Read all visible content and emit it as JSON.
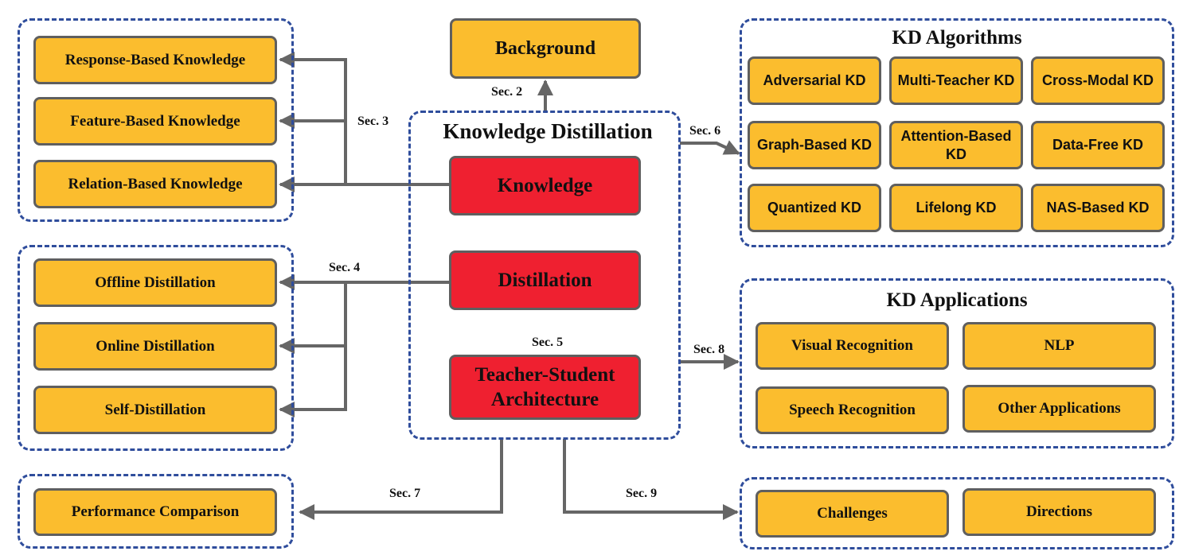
{
  "center": {
    "title": "Knowledge Distillation",
    "knowledge": "Knowledge",
    "distillation": "Distillation",
    "architecture": "Teacher-Student Architecture"
  },
  "background": "Background",
  "knowledge_types": [
    "Response-Based Knowledge",
    "Feature-Based Knowledge",
    "Relation-Based Knowledge"
  ],
  "distillation_schemes": [
    "Offline Distillation",
    "Online Distillation",
    "Self-Distillation"
  ],
  "performance": "Performance Comparison",
  "algorithms": {
    "title": "KD Algorithms",
    "items": [
      "Adversarial KD",
      "Multi-Teacher KD",
      "Cross-Modal KD",
      "Graph-Based KD",
      "Attention-Based KD",
      "Data-Free KD",
      "Quantized KD",
      "Lifelong KD",
      "NAS-Based KD"
    ]
  },
  "applications": {
    "title": "KD Applications",
    "items": [
      "Visual Recognition",
      "NLP",
      "Speech Recognition",
      "Other Applications"
    ]
  },
  "future": [
    "Challenges",
    "Directions"
  ],
  "sections": {
    "s2": "Sec. 2",
    "s3": "Sec. 3",
    "s4": "Sec. 4",
    "s5": "Sec. 5",
    "s6": "Sec. 6",
    "s7": "Sec. 7",
    "s8": "Sec. 8",
    "s9": "Sec. 9"
  },
  "colors": {
    "box_fill": "#fbbd2e",
    "core_fill": "#ef2030",
    "group_border": "#2f4d9c",
    "connector": "#666666"
  }
}
